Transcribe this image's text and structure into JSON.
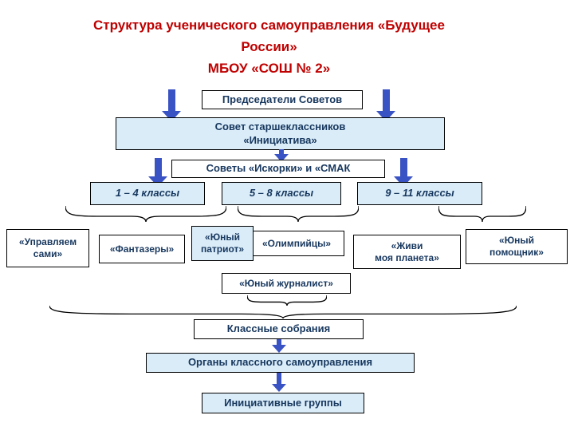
{
  "colors": {
    "title_red": "#c00000",
    "text_navy": "#17375e",
    "box_light_blue": "#d9ecf8",
    "arrow_blue": "#3a53c4",
    "background": "#ffffff"
  },
  "title": {
    "line1": "Структура ученического самоуправления «Будущее",
    "line2": "России»",
    "line3": "МБОУ «СОШ № 2»"
  },
  "diagram": {
    "chairs": "Председатели Советов",
    "senior_council_lines": [
      "Совет старшеклассников",
      "«Инициатива»"
    ],
    "councils": "Советы «Искорки» и «СМАК",
    "grades": [
      "1 – 4 классы",
      "5 – 8 классы",
      "9 – 11 классы"
    ],
    "clubs": [
      {
        "lines": [
          "«Управляем",
          "сами»"
        ]
      },
      {
        "lines": [
          "«Фантазеры»"
        ]
      },
      {
        "lines": [
          "«Юный",
          "патриот»"
        ]
      },
      {
        "lines": [
          "«Олимпийцы»"
        ]
      },
      {
        "lines": [
          "«Живи",
          "моя планета»"
        ]
      },
      {
        "lines": [
          "«Юный",
          "помощник»"
        ]
      },
      {
        "lines": [
          "«Юный журналист»"
        ]
      }
    ],
    "class_meetings": "Классные собрания",
    "class_bodies": "Органы классного самоуправления",
    "initiative_groups": "Инициативные группы"
  }
}
